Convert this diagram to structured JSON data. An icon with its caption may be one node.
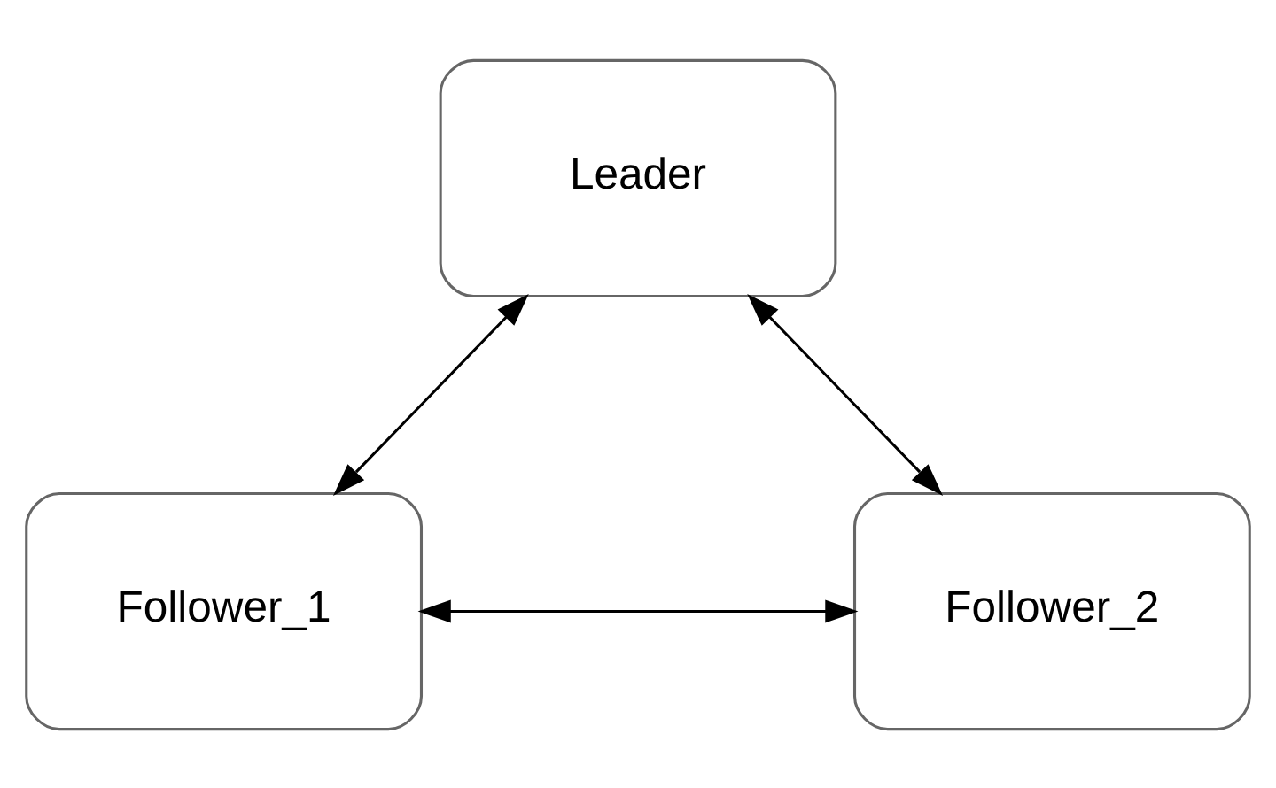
{
  "diagram": {
    "nodes": [
      {
        "text": [
          "Leader"
        ]
      },
      {
        "text": [
          "Follower_1"
        ]
      },
      {
        "text": [
          "Follower_2"
        ]
      }
    ],
    "edges": [
      {
        "from": 0,
        "to": 1,
        "arrow": "both"
      },
      {
        "from": 0,
        "to": 2,
        "arrow": "both"
      },
      {
        "from": 1,
        "to": 2,
        "arrow": "both"
      }
    ]
  }
}
